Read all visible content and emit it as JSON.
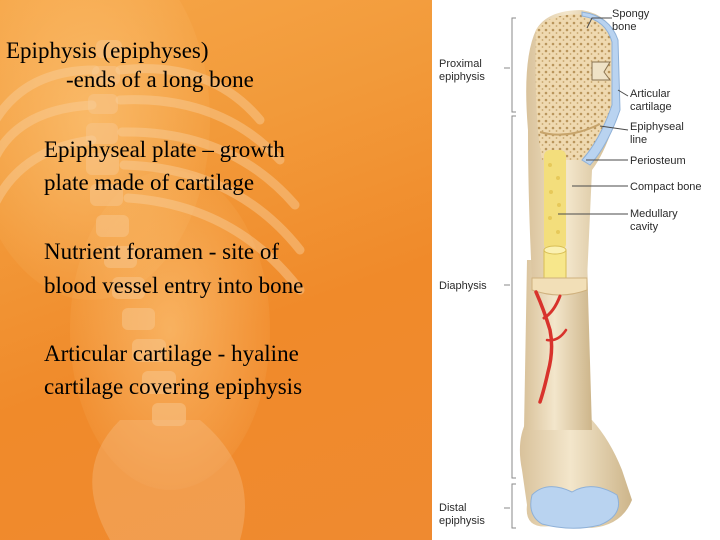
{
  "slide": {
    "lines": [
      "Epiphysis (epiphyses)",
      "-ends of a long bone",
      "Epiphyseal plate – growth",
      "plate made of cartilage",
      "Nutrient foramen - site of",
      "blood vessel entry into bone",
      "Articular cartilage - hyaline",
      "cartilage covering epiphysis"
    ]
  },
  "diagram": {
    "labels": {
      "proximal_epiphysis": [
        "Proximal",
        "epiphysis"
      ],
      "diaphysis": "Diaphysis",
      "distal_epiphysis": [
        "Distal",
        "epiphysis"
      ],
      "spongy_bone": [
        "Spongy",
        "bone"
      ],
      "articular_cartilage": [
        "Articular",
        "cartilage"
      ],
      "epiphyseal_line": [
        "Epiphyseal",
        "line"
      ],
      "periosteum": "Periosteum",
      "compact_bone": "Compact bone",
      "medullary_cavity": [
        "Medullary",
        "cavity"
      ]
    }
  },
  "colors": {
    "background_orange": "#f29a3a",
    "bone_tan": "#e9d7b4",
    "cartilage_blue": "#b9d3f0",
    "marrow_yellow": "#f3de7c",
    "vessel_red": "#d8332c"
  }
}
